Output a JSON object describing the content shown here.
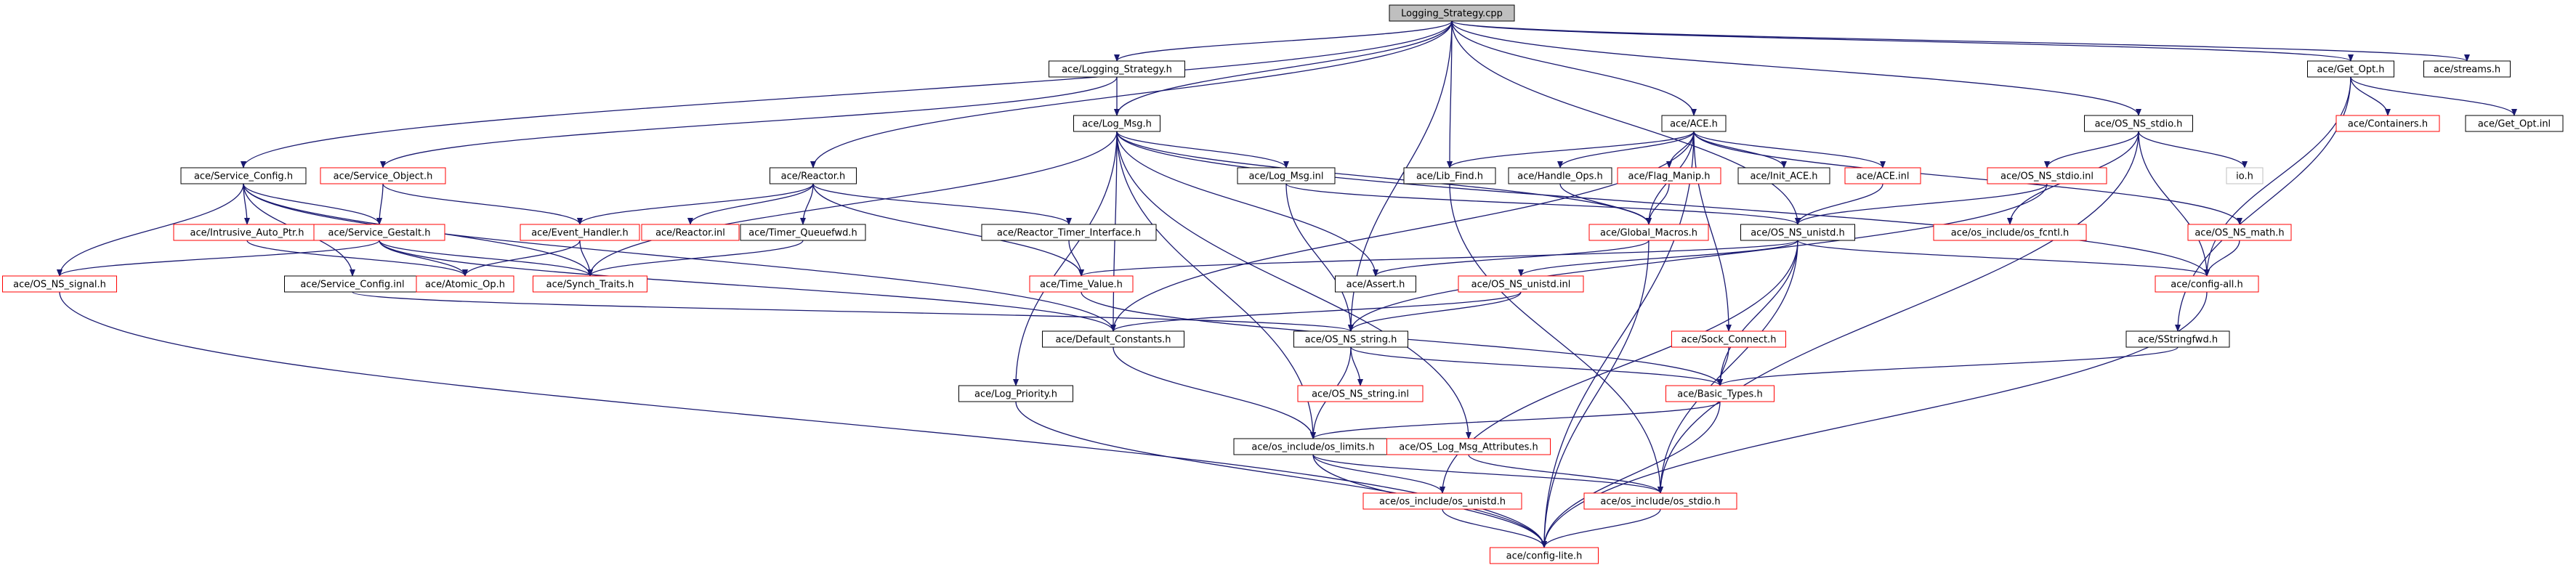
{
  "graph": {
    "colors": {
      "edge": "#191970",
      "box_stroke_normal": "#000000",
      "box_stroke_red": "#ff0000",
      "box_stroke_light": "#bfbfbf",
      "root_fill": "#bfbfbf",
      "fill": "#ffffff",
      "text": "#000000"
    },
    "nodes": [
      {
        "id": "root",
        "label": "Logging_Strategy.cpp",
        "style": "root"
      },
      {
        "id": "logging_strategy_h",
        "label": "ace/Logging_Strategy.h",
        "style": "normal"
      },
      {
        "id": "get_opt_h",
        "label": "ace/Get_Opt.h",
        "style": "normal"
      },
      {
        "id": "streams_h",
        "label": "ace/streams.h",
        "style": "normal"
      },
      {
        "id": "log_msg_h",
        "label": "ace/Log_Msg.h",
        "style": "normal"
      },
      {
        "id": "ace_h",
        "label": "ace/ACE.h",
        "style": "normal"
      },
      {
        "id": "os_ns_stdio_h",
        "label": "ace/OS_NS_stdio.h",
        "style": "normal"
      },
      {
        "id": "containers_h",
        "label": "ace/Containers.h",
        "style": "red"
      },
      {
        "id": "get_opt_inl",
        "label": "ace/Get_Opt.inl",
        "style": "normal"
      },
      {
        "id": "service_config_h",
        "label": "ace/Service_Config.h",
        "style": "normal"
      },
      {
        "id": "service_object_h",
        "label": "ace/Service_Object.h",
        "style": "red"
      },
      {
        "id": "reactor_h",
        "label": "ace/Reactor.h",
        "style": "normal"
      },
      {
        "id": "log_msg_inl",
        "label": "ace/Log_Msg.inl",
        "style": "normal"
      },
      {
        "id": "lib_find_h",
        "label": "ace/Lib_Find.h",
        "style": "normal"
      },
      {
        "id": "handle_ops_h",
        "label": "ace/Handle_Ops.h",
        "style": "normal"
      },
      {
        "id": "flag_manip_h",
        "label": "ace/Flag_Manip.h",
        "style": "red"
      },
      {
        "id": "init_ace_h",
        "label": "ace/Init_ACE.h",
        "style": "normal"
      },
      {
        "id": "ace_inl",
        "label": "ace/ACE.inl",
        "style": "red"
      },
      {
        "id": "os_ns_stdio_inl",
        "label": "ace/OS_NS_stdio.inl",
        "style": "red"
      },
      {
        "id": "io_h",
        "label": "io.h",
        "style": "light"
      },
      {
        "id": "os_ns_math_h",
        "label": "ace/OS_NS_math.h",
        "style": "red"
      },
      {
        "id": "intrusive_auto_ptr_h",
        "label": "ace/Intrusive_Auto_Ptr.h",
        "style": "red"
      },
      {
        "id": "service_gestalt_h",
        "label": "ace/Service_Gestalt.h",
        "style": "red"
      },
      {
        "id": "event_handler_h",
        "label": "ace/Event_Handler.h",
        "style": "red"
      },
      {
        "id": "reactor_inl",
        "label": "ace/Reactor.inl",
        "style": "red"
      },
      {
        "id": "timer_queuefwd_h",
        "label": "ace/Timer_Queuefwd.h",
        "style": "normal"
      },
      {
        "id": "reactor_timer_interface_h",
        "label": "ace/Reactor_Timer_Interface.h",
        "style": "normal"
      },
      {
        "id": "global_macros_h",
        "label": "ace/Global_Macros.h",
        "style": "red"
      },
      {
        "id": "os_ns_unistd_h",
        "label": "ace/OS_NS_unistd.h",
        "style": "normal"
      },
      {
        "id": "os_include_os_fcntl_h",
        "label": "ace/os_include/os_fcntl.h",
        "style": "red"
      },
      {
        "id": "os_ns_signal_h",
        "label": "ace/OS_NS_signal.h",
        "style": "red"
      },
      {
        "id": "service_config_inl",
        "label": "ace/Service_Config.inl",
        "style": "normal"
      },
      {
        "id": "atomic_op_h",
        "label": "ace/Atomic_Op.h",
        "style": "red"
      },
      {
        "id": "synch_traits_h",
        "label": "ace/Synch_Traits.h",
        "style": "red"
      },
      {
        "id": "time_value_h",
        "label": "ace/Time_Value.h",
        "style": "red"
      },
      {
        "id": "assert_h",
        "label": "ace/Assert.h",
        "style": "normal"
      },
      {
        "id": "os_ns_unistd_inl",
        "label": "ace/OS_NS_unistd.inl",
        "style": "red"
      },
      {
        "id": "config_all_h",
        "label": "ace/config-all.h",
        "style": "red"
      },
      {
        "id": "default_constants_h",
        "label": "ace/Default_Constants.h",
        "style": "normal"
      },
      {
        "id": "os_ns_string_h",
        "label": "ace/OS_NS_string.h",
        "style": "normal"
      },
      {
        "id": "sock_connect_h",
        "label": "ace/Sock_Connect.h",
        "style": "red"
      },
      {
        "id": "sstringfwd_h",
        "label": "ace/SStringfwd.h",
        "style": "normal"
      },
      {
        "id": "os_ns_string_inl",
        "label": "ace/OS_NS_string.inl",
        "style": "red"
      },
      {
        "id": "basic_types_h",
        "label": "ace/Basic_Types.h",
        "style": "red"
      },
      {
        "id": "log_priority_h",
        "label": "ace/Log_Priority.h",
        "style": "normal"
      },
      {
        "id": "os_include_os_limits_h",
        "label": "ace/os_include/os_limits.h",
        "style": "normal"
      },
      {
        "id": "os_log_msg_attributes_h",
        "label": "ace/OS_Log_Msg_Attributes.h",
        "style": "red"
      },
      {
        "id": "os_include_os_unistd_h",
        "label": "ace/os_include/os_unistd.h",
        "style": "red"
      },
      {
        "id": "os_include_os_stdio_h",
        "label": "ace/os_include/os_stdio.h",
        "style": "red"
      },
      {
        "id": "config_lite_h",
        "label": "ace/config-lite.h",
        "style": "red"
      }
    ],
    "edges": [
      [
        "root",
        "logging_strategy_h"
      ],
      [
        "root",
        "get_opt_h"
      ],
      [
        "root",
        "streams_h"
      ],
      [
        "root",
        "log_msg_h"
      ],
      [
        "root",
        "ace_h"
      ],
      [
        "root",
        "os_ns_stdio_h"
      ],
      [
        "root",
        "lib_find_h"
      ],
      [
        "root",
        "reactor_h"
      ],
      [
        "root",
        "service_config_h"
      ],
      [
        "root",
        "os_ns_string_h"
      ],
      [
        "root",
        "os_ns_unistd_h"
      ],
      [
        "logging_strategy_h",
        "log_msg_h"
      ],
      [
        "logging_strategy_h",
        "service_object_h"
      ],
      [
        "get_opt_h",
        "containers_h"
      ],
      [
        "get_opt_h",
        "get_opt_inl"
      ],
      [
        "get_opt_h",
        "sstringfwd_h"
      ],
      [
        "get_opt_h",
        "config_all_h"
      ],
      [
        "log_msg_h",
        "log_msg_inl"
      ],
      [
        "log_msg_h",
        "log_priority_h"
      ],
      [
        "log_msg_h",
        "default_constants_h"
      ],
      [
        "log_msg_h",
        "os_log_msg_attributes_h"
      ],
      [
        "log_msg_h",
        "synch_traits_h"
      ],
      [
        "log_msg_h",
        "global_macros_h"
      ],
      [
        "log_msg_h",
        "os_include_os_limits_h"
      ],
      [
        "log_msg_h",
        "assert_h"
      ],
      [
        "log_msg_h",
        "config_all_h"
      ],
      [
        "log_msg_inl",
        "os_ns_string_h"
      ],
      [
        "log_msg_inl",
        "os_ns_unistd_h"
      ],
      [
        "ace_h",
        "lib_find_h"
      ],
      [
        "ace_h",
        "handle_ops_h"
      ],
      [
        "ace_h",
        "flag_manip_h"
      ],
      [
        "ace_h",
        "init_ace_h"
      ],
      [
        "ace_h",
        "ace_inl"
      ],
      [
        "ace_h",
        "sock_connect_h"
      ],
      [
        "ace_h",
        "os_ns_math_h"
      ],
      [
        "ace_h",
        "default_constants_h"
      ],
      [
        "ace_h",
        "config_lite_h"
      ],
      [
        "ace_h",
        "global_macros_h"
      ],
      [
        "ace_inl",
        "os_ns_unistd_h"
      ],
      [
        "os_ns_stdio_h",
        "os_ns_stdio_inl"
      ],
      [
        "os_ns_stdio_h",
        "io_h"
      ],
      [
        "os_ns_stdio_h",
        "os_include_os_fcntl_h"
      ],
      [
        "os_ns_stdio_h",
        "config_all_h"
      ],
      [
        "os_ns_stdio_h",
        "os_include_os_stdio_h"
      ],
      [
        "os_ns_stdio_inl",
        "os_ns_unistd_h"
      ],
      [
        "os_ns_stdio_inl",
        "os_ns_string_h"
      ],
      [
        "service_config_h",
        "service_gestalt_h"
      ],
      [
        "service_config_h",
        "intrusive_auto_ptr_h"
      ],
      [
        "service_config_h",
        "os_ns_signal_h"
      ],
      [
        "service_config_h",
        "service_config_inl"
      ],
      [
        "service_config_h",
        "synch_traits_h"
      ],
      [
        "service_config_h",
        "default_constants_h"
      ],
      [
        "service_object_h",
        "service_gestalt_h"
      ],
      [
        "service_object_h",
        "event_handler_h"
      ],
      [
        "reactor_h",
        "event_handler_h"
      ],
      [
        "reactor_h",
        "reactor_inl"
      ],
      [
        "reactor_h",
        "timer_queuefwd_h"
      ],
      [
        "reactor_h",
        "reactor_timer_interface_h"
      ],
      [
        "reactor_h",
        "time_value_h"
      ],
      [
        "service_gestalt_h",
        "atomic_op_h"
      ],
      [
        "service_gestalt_h",
        "synch_traits_h"
      ],
      [
        "service_gestalt_h",
        "os_ns_signal_h"
      ],
      [
        "service_gestalt_h",
        "default_constants_h"
      ],
      [
        "intrusive_auto_ptr_h",
        "atomic_op_h"
      ],
      [
        "event_handler_h",
        "atomic_op_h"
      ],
      [
        "event_handler_h",
        "synch_traits_h"
      ],
      [
        "timer_queuefwd_h",
        "synch_traits_h"
      ],
      [
        "reactor_timer_interface_h",
        "time_value_h"
      ],
      [
        "handle_ops_h",
        "global_macros_h"
      ],
      [
        "flag_manip_h",
        "global_macros_h"
      ],
      [
        "lib_find_h",
        "os_include_os_stdio_h"
      ],
      [
        "global_macros_h",
        "assert_h"
      ],
      [
        "global_macros_h",
        "config_lite_h"
      ],
      [
        "os_ns_unistd_h",
        "time_value_h"
      ],
      [
        "os_ns_unistd_h",
        "os_ns_unistd_inl"
      ],
      [
        "os_ns_unistd_h",
        "basic_types_h"
      ],
      [
        "os_ns_unistd_h",
        "config_all_h"
      ],
      [
        "os_ns_unistd_h",
        "os_include_os_unistd_h"
      ],
      [
        "os_ns_unistd_h",
        "os_include_os_stdio_h"
      ],
      [
        "os_ns_math_h",
        "config_all_h"
      ],
      [
        "os_ns_unistd_inl",
        "default_constants_h"
      ],
      [
        "os_ns_unistd_inl",
        "os_ns_string_h"
      ],
      [
        "service_config_inl",
        "os_ns_string_h"
      ],
      [
        "time_value_h",
        "basic_types_h"
      ],
      [
        "default_constants_h",
        "os_include_os_limits_h"
      ],
      [
        "os_ns_signal_h",
        "config_lite_h"
      ],
      [
        "os_ns_string_h",
        "os_ns_string_inl"
      ],
      [
        "os_ns_string_h",
        "basic_types_h"
      ],
      [
        "os_ns_string_h",
        "os_include_os_limits_h"
      ],
      [
        "sock_connect_h",
        "basic_types_h"
      ],
      [
        "sstringfwd_h",
        "basic_types_h"
      ],
      [
        "config_all_h",
        "config_lite_h"
      ],
      [
        "basic_types_h",
        "os_include_os_limits_h"
      ],
      [
        "basic_types_h",
        "config_lite_h"
      ],
      [
        "log_priority_h",
        "config_lite_h"
      ],
      [
        "os_include_os_limits_h",
        "os_include_os_unistd_h"
      ],
      [
        "os_include_os_limits_h",
        "os_include_os_stdio_h"
      ],
      [
        "os_include_os_limits_h",
        "config_lite_h"
      ],
      [
        "os_include_os_unistd_h",
        "config_lite_h"
      ],
      [
        "os_include_os_stdio_h",
        "config_lite_h"
      ],
      [
        "os_log_msg_attributes_h",
        "os_include_os_stdio_h"
      ]
    ]
  }
}
